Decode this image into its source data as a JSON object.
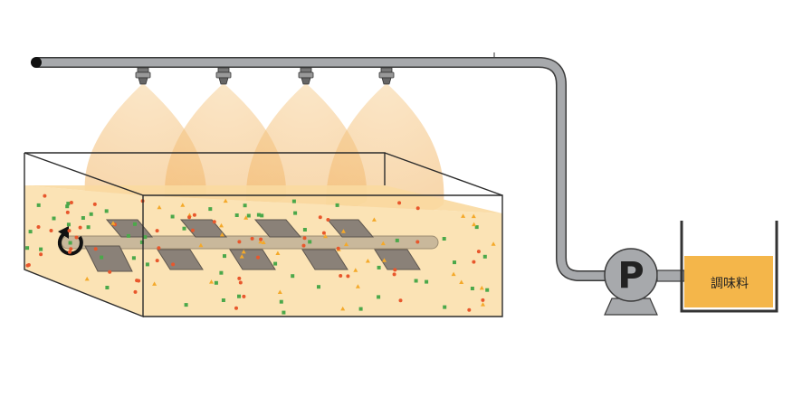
{
  "pump": {
    "letter": "P",
    "name": "pump"
  },
  "seasoning_tank": {
    "label": "調味料"
  },
  "nozzles": {
    "count": 4
  },
  "colors": {
    "pipe": "#a7a9ac",
    "pipe_outline": "#3a3a3a",
    "spray": "#f5c27a",
    "liquid": "#fbe3b5",
    "tank_liquid": "#f4b64a",
    "paddle": "#8a8178",
    "dot_red": "#e8572c",
    "dot_green": "#4ba84a",
    "dot_yellow": "#f4a92a"
  }
}
